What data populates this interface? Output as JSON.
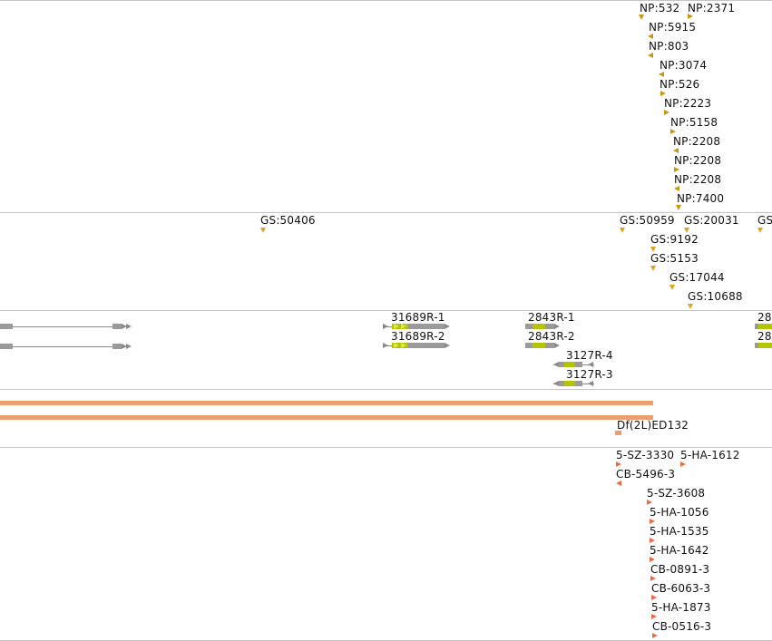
{
  "colors": {
    "np": "#c8960f",
    "gs": "#e0a21c",
    "intron": "#8a8a8a",
    "exon": "#9a9a9a",
    "cds": "#b5c400",
    "cds_arrow": "#cfdc20",
    "deficiency": "#ee9e6e",
    "insertion": "#ec6c42",
    "divider": "#c4c4c4"
  },
  "tracks": {
    "np": [
      {
        "label": "NP:532"
      },
      {
        "label": "NP:2371"
      },
      {
        "label": "NP:5915"
      },
      {
        "label": "NP:803"
      },
      {
        "label": "NP:3074"
      },
      {
        "label": "NP:526"
      },
      {
        "label": "NP:2223"
      },
      {
        "label": "NP:5158"
      },
      {
        "label": "NP:2208"
      },
      {
        "label": "NP:2208"
      },
      {
        "label": "NP:2208"
      },
      {
        "label": "NP:7400"
      }
    ],
    "gs": [
      {
        "label": "GS:50406"
      },
      {
        "label": "GS:50959"
      },
      {
        "label": "GS:20031"
      },
      {
        "label": "GS"
      },
      {
        "label": "GS:9192"
      },
      {
        "label": "GS:5153"
      },
      {
        "label": "GS:17044"
      },
      {
        "label": "GS:10688"
      }
    ],
    "transcripts": [
      {
        "label": "31689R-1"
      },
      {
        "label": "31689R-2"
      },
      {
        "label": "2843R-1"
      },
      {
        "label": "2843R-2"
      },
      {
        "label": "3127R-4"
      },
      {
        "label": "3127R-3"
      },
      {
        "label": "28"
      },
      {
        "label": "28"
      }
    ],
    "deficiency": [
      {
        "label": "Df(2L)ED132"
      }
    ],
    "insertions": [
      {
        "label": "5-SZ-3330"
      },
      {
        "label": "5-HA-1612"
      },
      {
        "label": "CB-5496-3"
      },
      {
        "label": "5-SZ-3608"
      },
      {
        "label": "5-HA-1056"
      },
      {
        "label": "5-HA-1535"
      },
      {
        "label": "5-HA-1642"
      },
      {
        "label": "CB-0891-3"
      },
      {
        "label": "CB-6063-3"
      },
      {
        "label": "5-HA-1873"
      },
      {
        "label": "CB-0516-3"
      }
    ]
  }
}
